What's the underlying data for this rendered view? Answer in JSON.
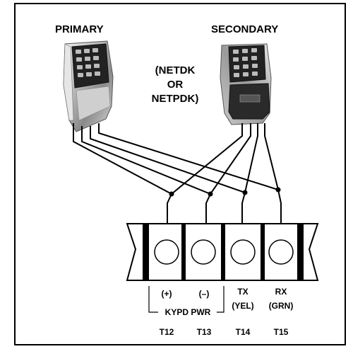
{
  "labels": {
    "primary": "PRIMARY",
    "secondary": "SECONDARY",
    "model_line1": "(NETDK",
    "model_line2": "OR",
    "model_line3": "NETPDK)"
  },
  "terminals": [
    {
      "id": "T12",
      "signal": "(+)",
      "color": ""
    },
    {
      "id": "T13",
      "signal": "(–)",
      "color": ""
    },
    {
      "id": "T14",
      "signal": "TX",
      "color": "(YEL)"
    },
    {
      "id": "T15",
      "signal": "RX",
      "color": "(GRN)"
    }
  ],
  "group_label": "KYPD PWR"
}
